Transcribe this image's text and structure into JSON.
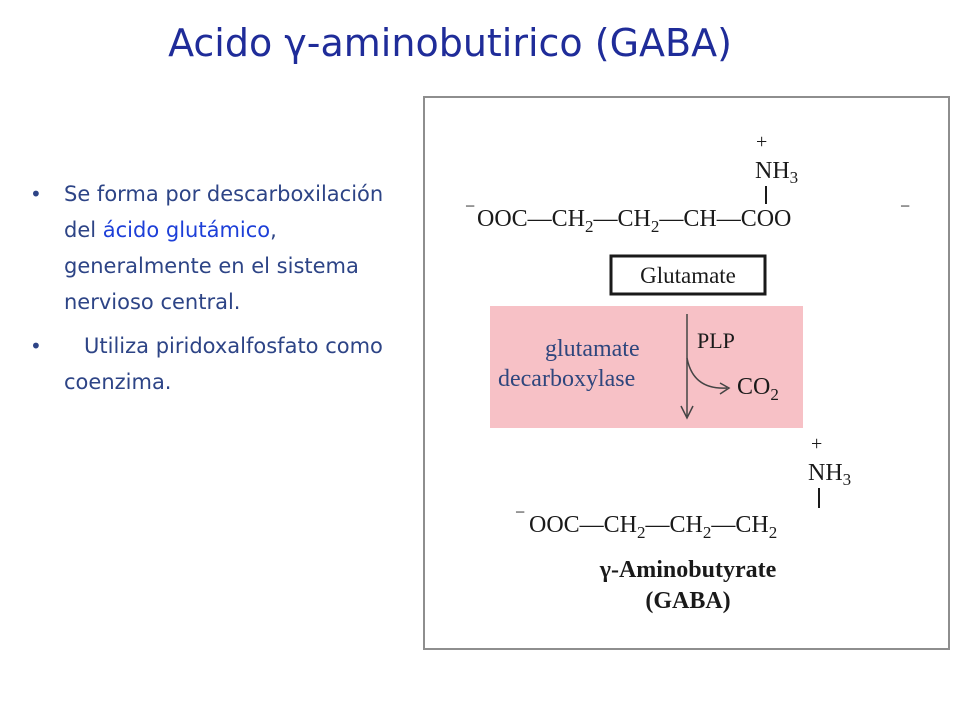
{
  "slide": {
    "title": "Acido γ-aminobutirico (GABA)",
    "bullets": [
      {
        "text_before": "Se forma por descarboxilación del ",
        "highlight": "ácido glutámico",
        "text_after": ", generalmente en el sistema nervioso central."
      },
      {
        "text_before": "   Utiliza piridoxalfosfato como coenzima."
      }
    ]
  },
  "figure": {
    "glutamate": {
      "left_group": "OOC—CH",
      "sub2a": "2",
      "mid_group": "—CH",
      "sub2b": "2",
      "right_group": "—CH—COO",
      "minus": "−",
      "plus": "+",
      "amine": "NH",
      "amine_sub": "3",
      "label": "Glutamate"
    },
    "enzyme": {
      "name_line1": "glutamate",
      "name_line2": "decarboxylase",
      "cofactor": "PLP",
      "product": "CO",
      "product_sub": "2",
      "box_color": "#f7c1c6"
    },
    "gaba": {
      "chain": "OOC—CH",
      "sub2a": "2",
      "mid_group": "—CH",
      "sub2b": "2",
      "end_group": "—CH",
      "sub2c": "2",
      "minus": "−",
      "plus": "+",
      "amine": "NH",
      "amine_sub": "3",
      "label_line1": "γ-Aminobutyrate",
      "label_line2": "(GABA)"
    }
  }
}
